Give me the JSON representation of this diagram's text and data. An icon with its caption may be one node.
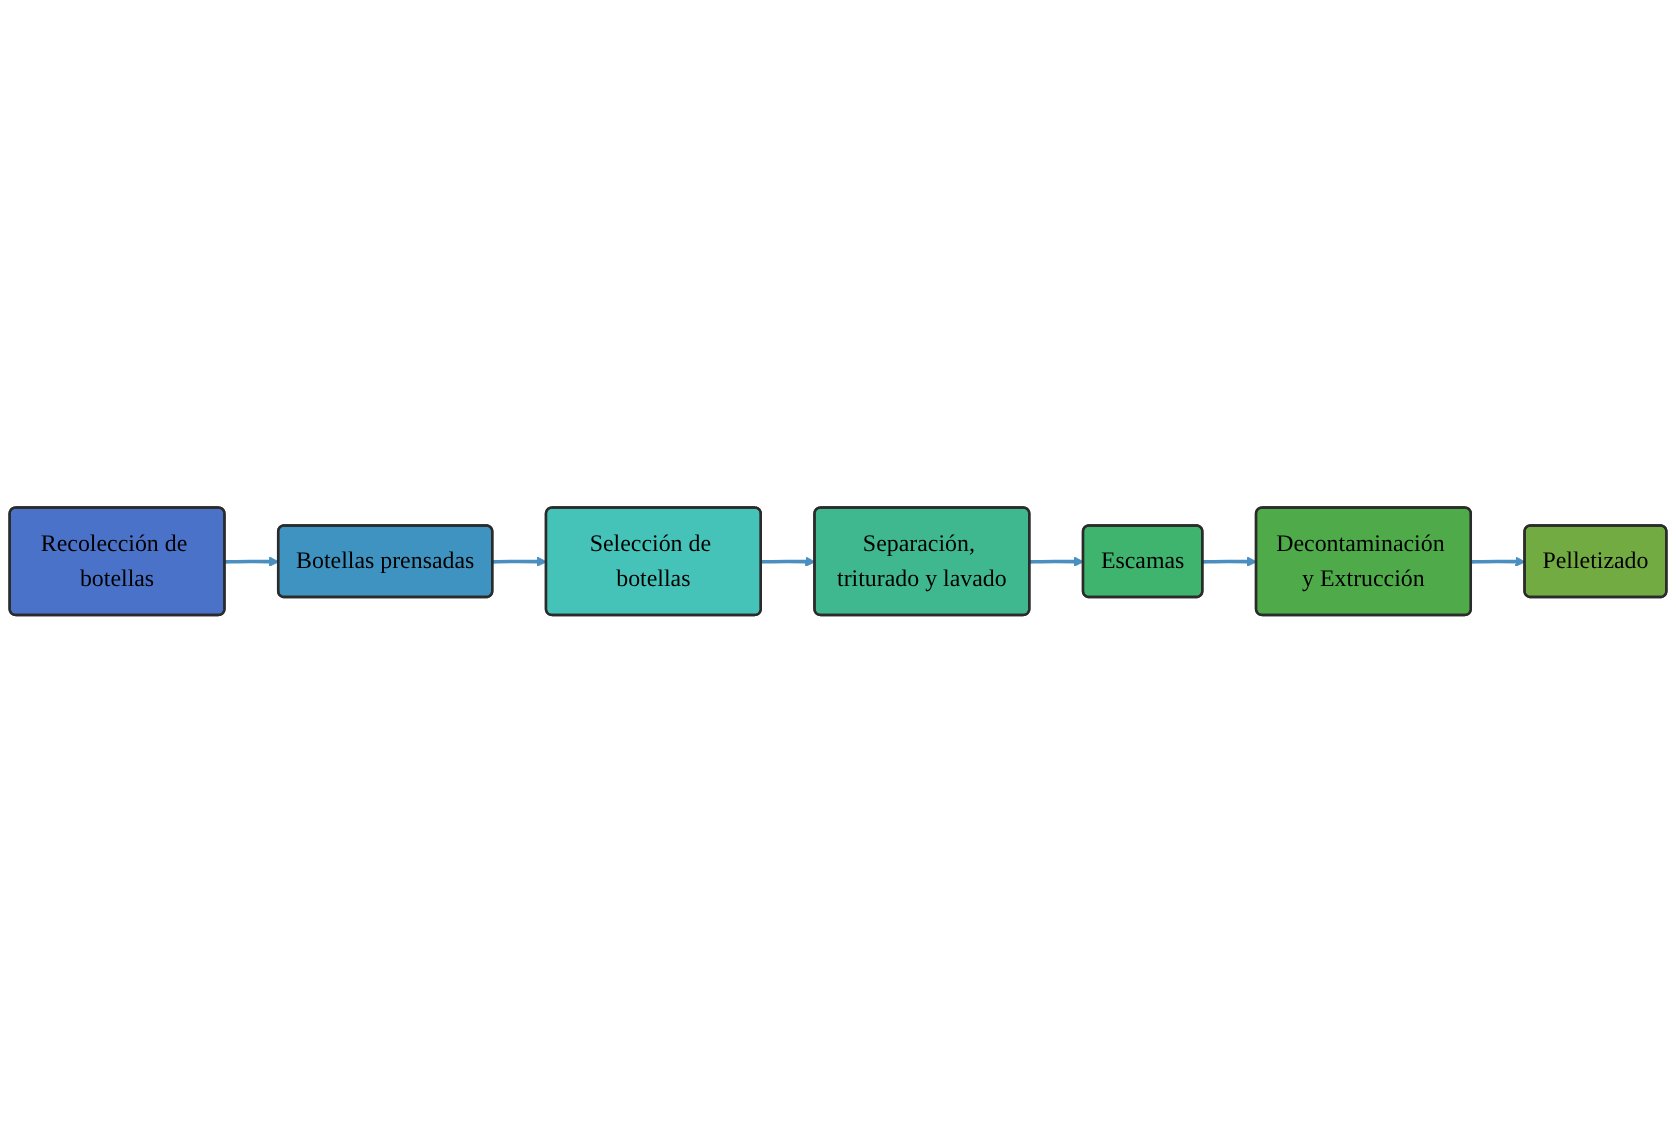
{
  "diagram": {
    "nodes": [
      {
        "text": [
          "Recolección de botellas"
        ]
      },
      {
        "text": [
          "Botellas prensadas"
        ]
      },
      {
        "text": [
          "Selección de botellas"
        ]
      },
      {
        "text": [
          "Decontaminación y Extrucción"
        ]
      },
      {
        "text": [
          "Escamas"
        ]
      },
      {
        "text": [
          "Separación, triturado y lavado"
        ]
      },
      {
        "text": [
          "Pelletizado"
        ]
      }
    ],
    "edges": [
      {
        "from": 0,
        "to": 1,
        "arrow": "to"
      },
      {
        "from": 1,
        "to": 2,
        "arrow": "to"
      },
      {
        "from": 2,
        "to": 5,
        "arrow": "to"
      },
      {
        "from": 5,
        "to": 4,
        "arrow": "to"
      },
      {
        "from": 4,
        "to": 3,
        "arrow": "to"
      },
      {
        "from": 3,
        "to": 6,
        "arrow": "to"
      }
    ]
  }
}
